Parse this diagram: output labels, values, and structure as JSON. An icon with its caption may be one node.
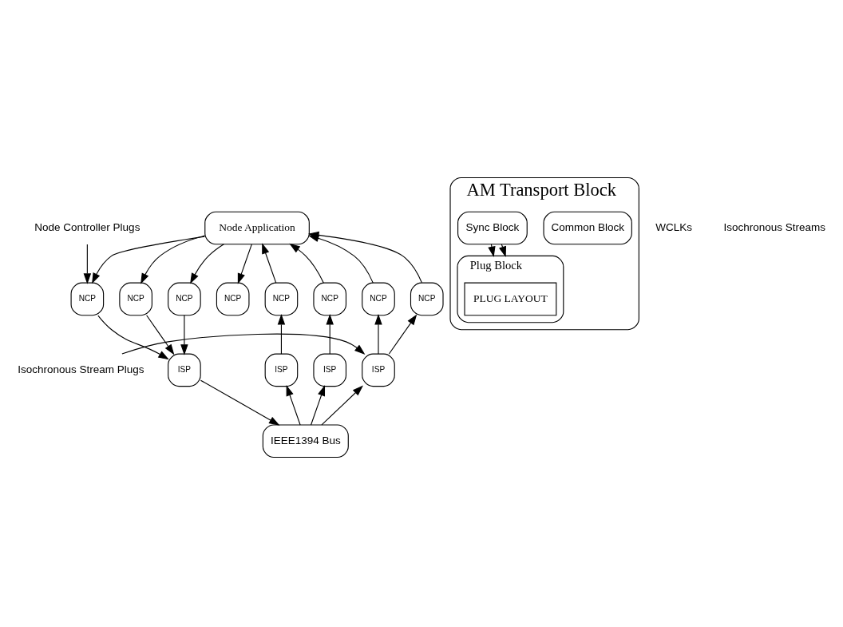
{
  "diagram": {
    "nodes": [
      {
        "text": [
          "Node Application"
        ]
      },
      {
        "text": [
          "AM Transport Block"
        ]
      },
      {
        "text": [
          "Common Block"
        ],
        "in": 1
      },
      {
        "text": [
          "Sync Block"
        ],
        "in": 1
      },
      {
        "text": [
          "Plug Block"
        ],
        "in": 1
      },
      {
        "text": [
          "PLUG LAYOUT"
        ],
        "in": 4
      },
      {
        "text": [
          "NCP"
        ]
      },
      {
        "text": [
          "NCP"
        ]
      },
      {
        "text": [
          "NCP"
        ]
      },
      {
        "text": [
          "NCP"
        ]
      },
      {
        "text": [
          "NCP"
        ]
      },
      {
        "text": [
          "NCP"
        ]
      },
      {
        "text": [
          "NCP"
        ]
      },
      {
        "text": [
          "NCP"
        ]
      },
      {
        "text": [
          "ISP"
        ]
      },
      {
        "text": [
          "ISP"
        ]
      },
      {
        "text": [
          "ISP"
        ]
      },
      {
        "text": [
          "ISP"
        ]
      },
      {
        "text": [
          "IEEE1394 Bus"
        ]
      },
      {
        "text": [
          "Node Controller Plugs"
        ]
      },
      {
        "text": [
          "Isochronous Stream Plugs"
        ]
      }
    ],
    "edges": [
      {
        "from": 6,
        "to": 0,
        "arrow": "to"
      },
      {
        "from": 7,
        "to": 0,
        "arrow": "to"
      },
      {
        "from": 8,
        "to": 0,
        "arrow": "to"
      },
      {
        "from": 9,
        "to": 0,
        "arrow": "to"
      },
      {
        "from": 0,
        "to": 10,
        "arrow": "to"
      },
      {
        "from": 0,
        "to": 11,
        "arrow": "to"
      },
      {
        "from": 0,
        "to": 12,
        "arrow": "to"
      },
      {
        "from": 0,
        "to": 13,
        "arrow": "to"
      },
      {
        "from": 14,
        "to": 6,
        "arrow": "to"
      },
      {
        "from": 14,
        "to": 7,
        "arrow": "to"
      },
      {
        "from": 15,
        "to": 8,
        "arrow": "to"
      },
      {
        "from": 16,
        "to": 9,
        "arrow": "to"
      },
      {
        "from": 10,
        "to": 17,
        "arrow": "to"
      },
      {
        "from": 12,
        "to": 17,
        "arrow": "to"
      },
      {
        "from": 13,
        "to": 17,
        "arrow": "to"
      },
      {
        "from": 3,
        "to": 4,
        "arrow": "to"
      },
      {
        "from": 3,
        "to": 4,
        "arrow": "to"
      },
      {
        "from": 18,
        "to": 14,
        "arrow": "to"
      },
      {
        "from": 18,
        "to": 15,
        "arrow": "to"
      },
      {
        "from": 18,
        "to": 16,
        "arrow": "to"
      },
      {
        "from": 17,
        "to": 18,
        "arrow": "to"
      },
      {
        "from": 19,
        "to": 13,
        "arrow": "to"
      },
      {
        "from": 20,
        "to": 14,
        "arrow": "to"
      }
    ],
    "labels": [
      "WCLKs",
      "Isochronous Streams"
    ]
  }
}
